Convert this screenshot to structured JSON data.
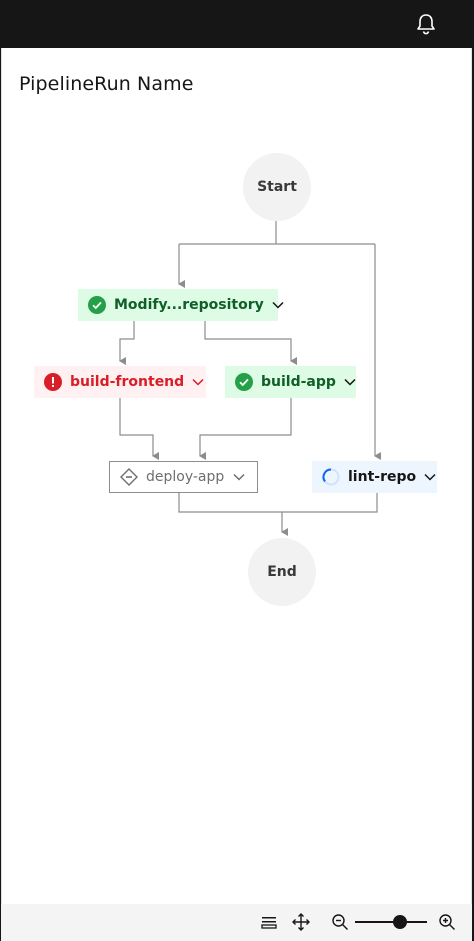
{
  "header": {
    "notification_icon": "bell-icon"
  },
  "page": {
    "title": "PipelineRun Name"
  },
  "graph": {
    "start_label": "Start",
    "end_label": "End",
    "tasks": {
      "modify_repository": {
        "label": "Modify...repository",
        "status": "success",
        "icon": "check-circle-icon"
      },
      "build_frontend": {
        "label": "build-frontend",
        "status": "error",
        "icon": "error-circle-icon"
      },
      "build_app": {
        "label": "build-app",
        "status": "success",
        "icon": "check-circle-icon"
      },
      "deploy_app": {
        "label": "deploy-app",
        "status": "pending",
        "icon": "pending-diamond-icon"
      },
      "lint_repo": {
        "label": "lint-repo",
        "status": "running",
        "icon": "spinner-icon"
      }
    }
  },
  "toolbar": {
    "icons": [
      "list-icon",
      "move-icon",
      "zoom-out-icon",
      "zoom-in-icon"
    ],
    "zoom_level": 0.65
  },
  "colors": {
    "success_bg": "#defbe6",
    "success_fg": "#24a148",
    "error_bg": "#fff1f1",
    "error_fg": "#da1e28",
    "running_bg": "#edf5ff",
    "running_fg": "#0f62fe",
    "edge": "#8d8d8d"
  }
}
